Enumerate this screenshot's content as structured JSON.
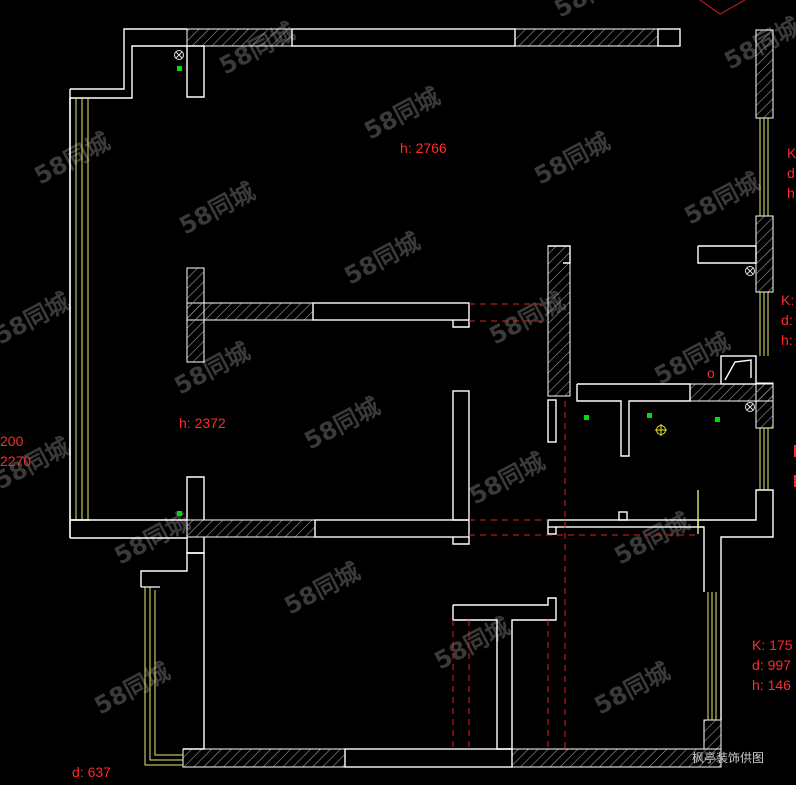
{
  "colors": {
    "background": "#000000",
    "wall": "#ffffff",
    "dimension_text": "#ff2a2a",
    "dashed": "#e02020",
    "window": "#e8e870",
    "fixture": "#00e000",
    "watermark": "#3a3a3a"
  },
  "labels": {
    "room_height_top": "h: 2766",
    "room_height_mid": "h: 2372",
    "left_partial_1": "200",
    "left_partial_2": "2270",
    "bottom_depth": "d: 637",
    "right_k1": "K",
    "right_d1": "d",
    "right_h1": "h",
    "right_k2": "K:",
    "right_d2": "d:",
    "right_h2": "h:",
    "right_k3": "K: 175",
    "right_d3": "d: 997",
    "right_h3": "h: 146",
    "marker_o": "o"
  },
  "watermark": {
    "text": "58同城"
  },
  "credit": {
    "text": "枫亭装饰供图"
  },
  "icons": {
    "light": "circle-cross-icon",
    "outlet": "green-square-icon",
    "ceiling_light": "crosshair-circle-icon"
  }
}
